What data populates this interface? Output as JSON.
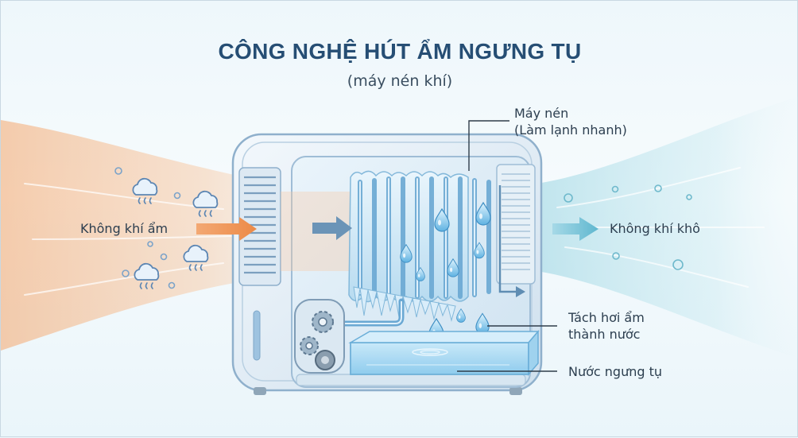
{
  "diagram": {
    "title": "CÔNG NGHỆ HÚT ẨM NGƯNG TỤ",
    "subtitle": "(máy nén khí)",
    "labels": {
      "humid_air": "Không khí ẩm",
      "dry_air": "Không khí khô",
      "compressor_line1": "Máy nén",
      "compressor_line2": "(Làm lạnh nhanh)",
      "separation_line1": "Tách hơi ẩm",
      "separation_line2": "thành nước",
      "condensed_water": "Nước ngưng tụ"
    }
  },
  "colors": {
    "title": "#264e74",
    "humid_air_flow": "#f5b98a",
    "dry_air_flow": "#9fd6e2",
    "machine_body": "#dceaf5",
    "frost": "#cfe8f6",
    "water": "#a9d8f2"
  },
  "icons": [
    "cloud-icon",
    "bubble-icon",
    "gear-icon",
    "droplet-icon",
    "arrow-icon"
  ]
}
